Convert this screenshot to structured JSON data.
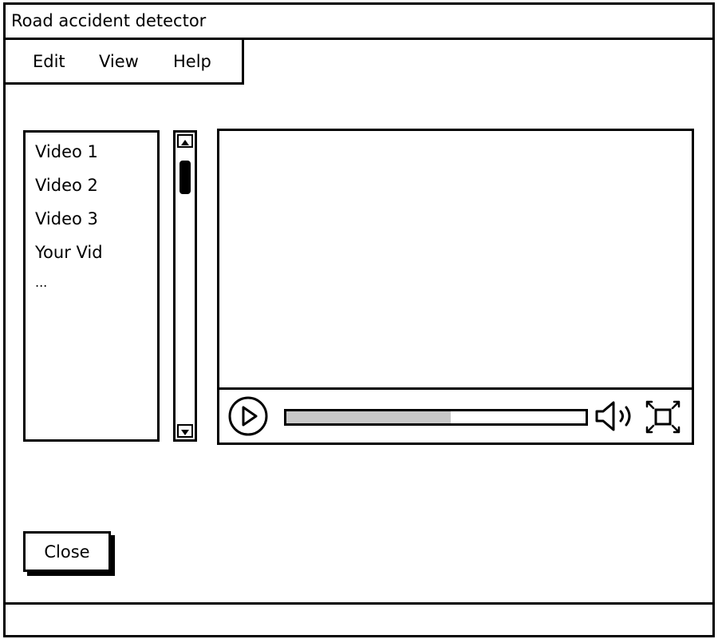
{
  "window": {
    "title": "Road accident detector"
  },
  "menu": {
    "items": [
      "Edit",
      "View",
      "Help"
    ]
  },
  "video_list": {
    "items": [
      "Video 1",
      "Video 2",
      "Video 3",
      "Your Vid",
      "..."
    ]
  },
  "scrollbar": {
    "up_icon": "triangle-up-icon",
    "down_icon": "triangle-down-icon",
    "thumb_position": 0.05
  },
  "player": {
    "progress": 0.55,
    "play_icon": "play-icon",
    "volume_icon": "volume-icon",
    "fullscreen_icon": "fullscreen-icon",
    "progress_fill_color": "#c8c8c8"
  },
  "buttons": {
    "close_label": "Close"
  },
  "status_bar": {
    "text": ""
  }
}
